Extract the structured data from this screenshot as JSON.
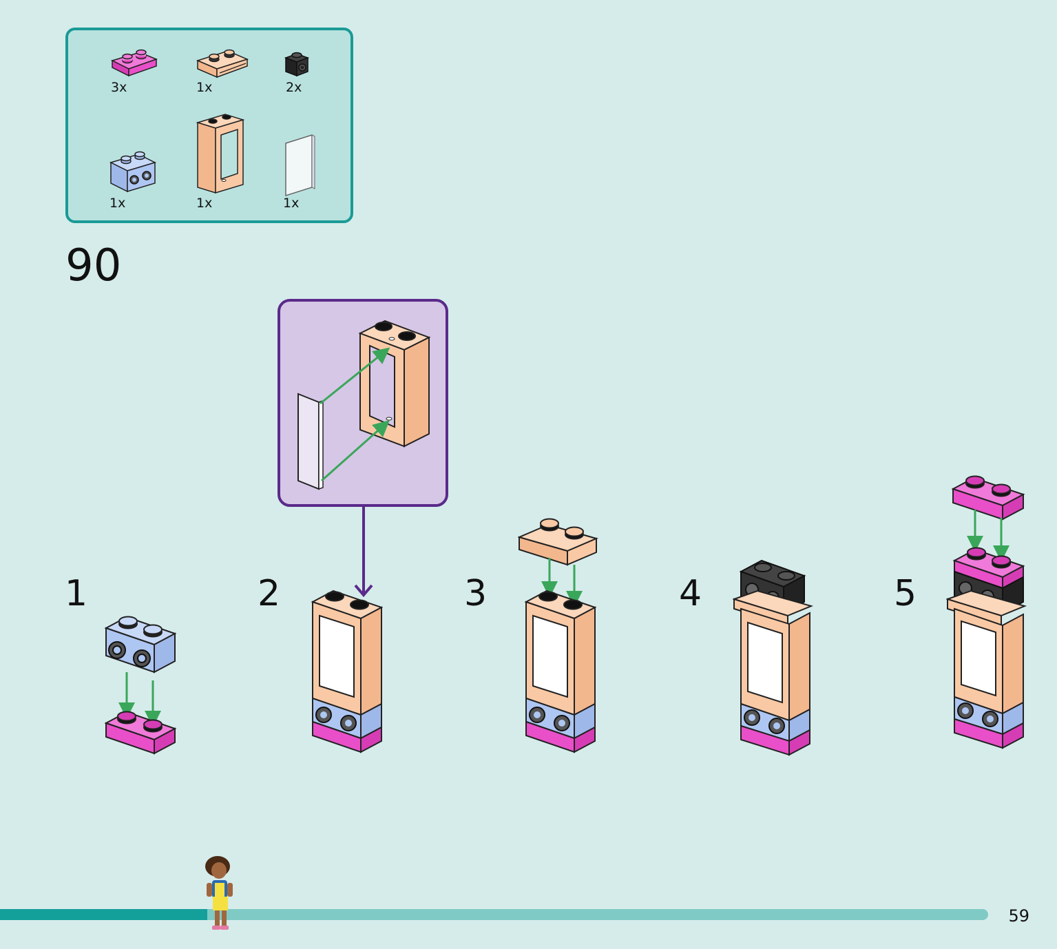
{
  "step": {
    "number": "90"
  },
  "parts": [
    {
      "name": "magenta-plate-1x2",
      "qty": "3x",
      "color": "#e94fc8"
    },
    {
      "name": "peach-plate-with-rail-1x2",
      "qty": "1x",
      "color": "#f9c9a5"
    },
    {
      "name": "black-brick-1x1-with-stud",
      "qty": "2x",
      "color": "#2a2a2a"
    },
    {
      "name": "light-blue-brick-1x2-with-studs",
      "qty": "1x",
      "color": "#aec6f2"
    },
    {
      "name": "peach-window-frame",
      "qty": "1x",
      "color": "#f9c9a5"
    },
    {
      "name": "transparent-window-pane",
      "qty": "1x",
      "color": "#eef6f8"
    }
  ],
  "substeps": [
    "1",
    "2",
    "3",
    "4",
    "5"
  ],
  "progress": {
    "fraction": 0.21
  },
  "page": {
    "number": "59"
  },
  "colors": {
    "background": "#d6eceb",
    "parts_box": "#b9e2df",
    "parts_border": "#1a9a96",
    "callout_bg": "#d6c7e6",
    "callout_border": "#5a2a8a",
    "arrow": "#3aa65a"
  }
}
